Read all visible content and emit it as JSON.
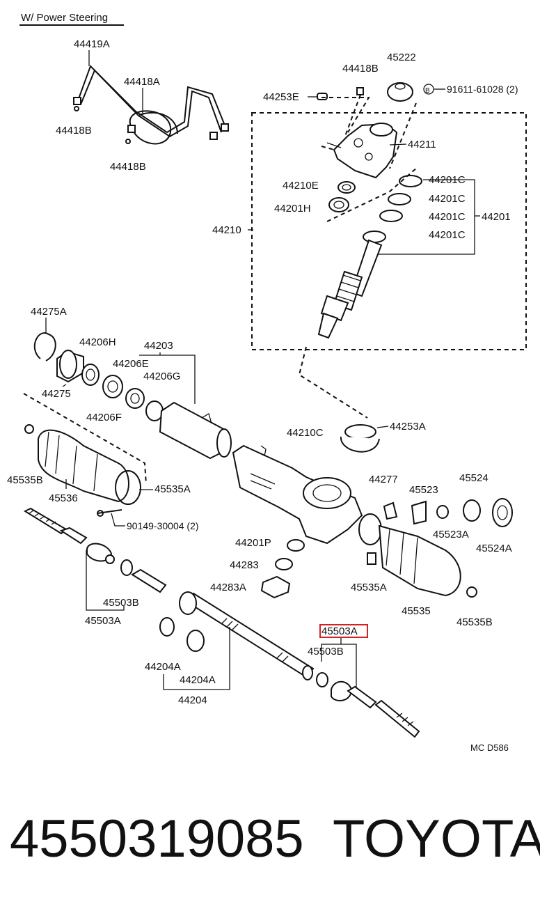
{
  "title": "W/ Power Steering",
  "drawing_code": "MC  D586",
  "part_number": "4550319085",
  "brand": "TOYOTA",
  "highlight_color": "#d22222",
  "labels": {
    "l44419A": "44419A",
    "l44418B_a": "44418B",
    "l44418B_b": "44418B",
    "l44418A": "44418A",
    "l44418B_c": "44418B",
    "l45222": "45222",
    "l44253E": "44253E",
    "l91611": "91611-61028 (2)",
    "l44211": "44211",
    "l44210E": "44210E",
    "l44201H": "44201H",
    "l44201C_1": "44201C",
    "l44201C_2": "44201C",
    "l44201C_3": "44201C",
    "l44201C_4": "44201C",
    "l44201": "44201",
    "l44210": "44210",
    "l44275A": "44275A",
    "l44206H": "44206H",
    "l44203": "44203",
    "l44206E": "44206E",
    "l44206G": "44206G",
    "l44275": "44275",
    "l44206F": "44206F",
    "l44210C": "44210C",
    "l44253A": "44253A",
    "l45535B_l": "45535B",
    "l45536": "45536",
    "l45535A_l": "45535A",
    "l90149": "90149-30004 (2)",
    "l44277": "44277",
    "l45523": "45523",
    "l45524": "45524",
    "l45523A": "45523A",
    "l45524A": "45524A",
    "l44201P": "44201P",
    "l44283": "44283",
    "l44283A": "44283A",
    "l45535A_r": "45535A",
    "l45535": "45535",
    "l45535B_r": "45535B",
    "l45503B_l": "45503B",
    "l45503A_l": "45503A",
    "l44204A_1": "44204A",
    "l44204A_2": "44204A",
    "l44204": "44204",
    "l45503A_r": "45503A",
    "l45503B_r": "45503B"
  }
}
